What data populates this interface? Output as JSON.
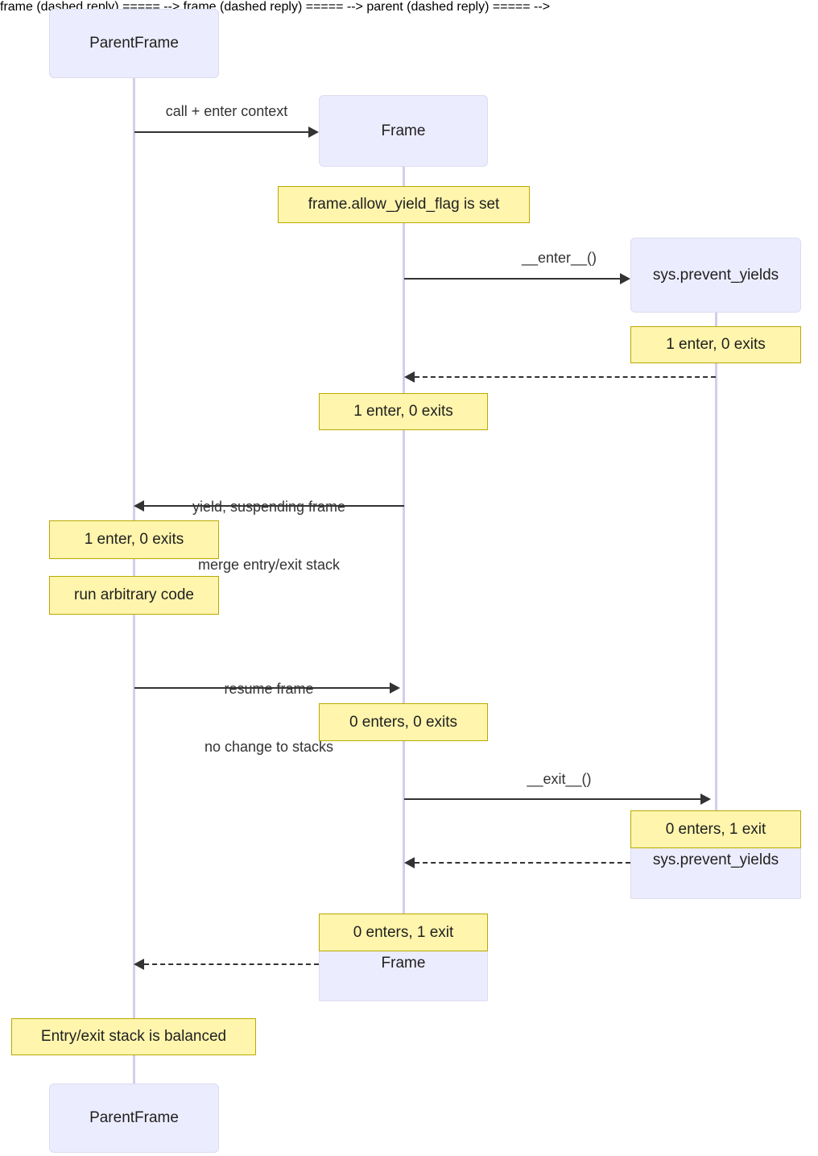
{
  "diagram": {
    "type": "sequence-diagram",
    "title": "",
    "colors": {
      "actor_fill": "#ECECFF",
      "actor_border": "#DCDCF0",
      "note_fill": "#FFF5AD",
      "note_border": "#BBA900",
      "lifeline": "#D6CCEC",
      "arrow": "#333333",
      "background": "#ffffff"
    },
    "participants": [
      {
        "id": "parent",
        "label": "ParentFrame"
      },
      {
        "id": "frame",
        "label": "Frame"
      },
      {
        "id": "sys",
        "label": "sys.prevent_yields"
      }
    ],
    "actor_boxes": [
      {
        "id": "parent-top",
        "label": "ParentFrame"
      },
      {
        "id": "frame-top",
        "label": "Frame"
      },
      {
        "id": "sys-top",
        "label": "sys.prevent_yields"
      },
      {
        "id": "sys-bottom",
        "label": "sys.prevent_yields"
      },
      {
        "id": "frame-bottom",
        "label": "Frame"
      },
      {
        "id": "parent-bottom",
        "label": "ParentFrame"
      }
    ],
    "messages": [
      {
        "id": "m1",
        "from": "parent",
        "to": "frame",
        "label": "call + enter context",
        "style": "solid"
      },
      {
        "id": "m2",
        "from": "frame",
        "to": "sys",
        "label": "__enter__()",
        "style": "solid"
      },
      {
        "id": "m3",
        "from": "sys",
        "to": "frame",
        "label": "",
        "style": "dashed"
      },
      {
        "id": "m4",
        "from": "frame",
        "to": "parent",
        "label": "yield, suspending frame\nmerge entry/exit stack",
        "label_line1": "yield, suspending frame",
        "label_line2": "merge entry/exit stack",
        "style": "solid"
      },
      {
        "id": "m5",
        "from": "parent",
        "to": "frame",
        "label": "resume frame\nno change to stacks",
        "label_line1": "resume frame",
        "label_line2": "no change to stacks",
        "style": "solid"
      },
      {
        "id": "m6",
        "from": "frame",
        "to": "sys",
        "label": "__exit__()",
        "style": "solid"
      },
      {
        "id": "m7",
        "from": "sys",
        "to": "frame",
        "label": "",
        "style": "dashed"
      },
      {
        "id": "m8",
        "from": "frame",
        "to": "parent",
        "label": "",
        "style": "dashed"
      }
    ],
    "notes": [
      {
        "id": "n1",
        "over": "frame",
        "text": "frame.allow_yield_flag is set"
      },
      {
        "id": "n2",
        "over": "sys",
        "text": "1 enter, 0 exits"
      },
      {
        "id": "n3",
        "over": "frame",
        "text": "1 enter, 0 exits"
      },
      {
        "id": "n4",
        "over": "parent",
        "text": "1 enter, 0 exits"
      },
      {
        "id": "n5",
        "over": "parent",
        "text": "run arbitrary code"
      },
      {
        "id": "n6",
        "over": "frame",
        "text": "0 enters, 0 exits"
      },
      {
        "id": "n7",
        "over": "sys",
        "text": "0 enters, 1 exit"
      },
      {
        "id": "n8",
        "over": "frame",
        "text": "0 enters, 1 exit"
      },
      {
        "id": "n9",
        "over": "parent",
        "text": "Entry/exit stack is balanced"
      }
    ]
  }
}
